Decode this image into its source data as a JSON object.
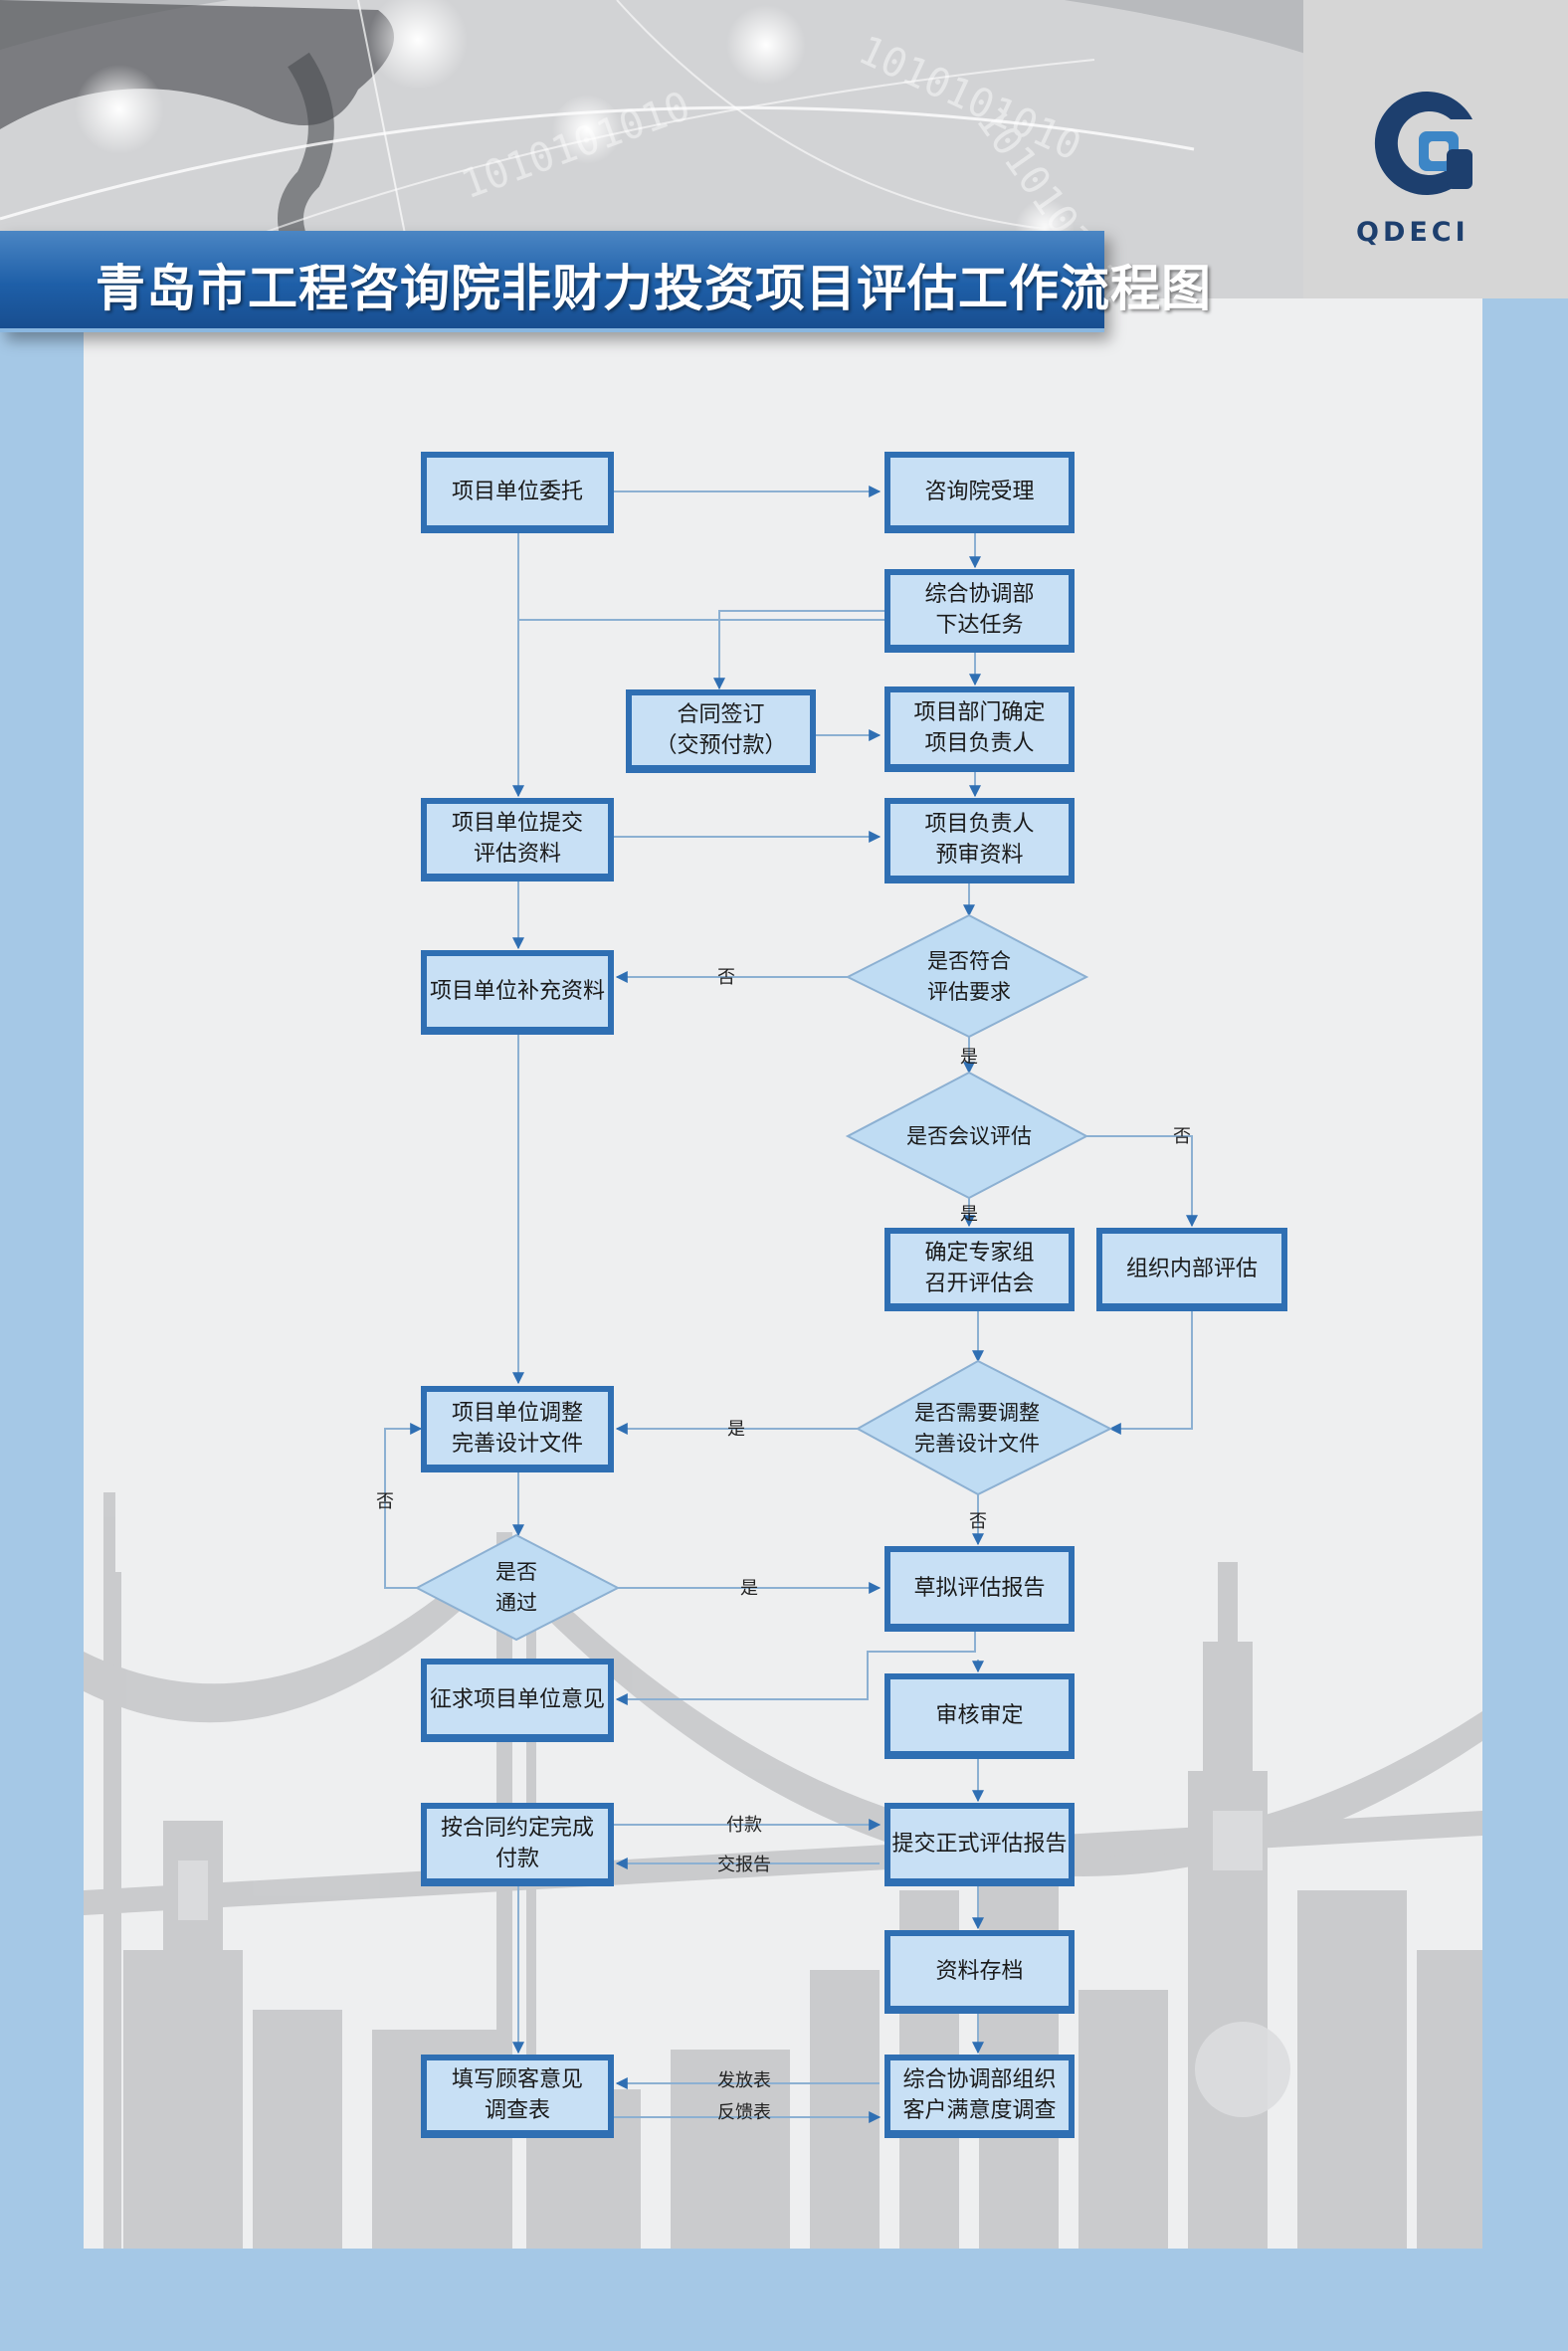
{
  "header": {
    "title": "青岛市工程咨询院非财力投资项目评估工作流程图",
    "logo_text": "QDECI",
    "banner_digits": "1010101010"
  },
  "colors": {
    "box_border": "#2f6fb3",
    "box_fill": "#c8e0f5",
    "diamond_fill": "#bfdcf3",
    "connector": "#8cb0d2",
    "title_bar": "#1e5fa8",
    "frame": "#a5c8e6",
    "paper": "#eeeff0"
  },
  "flow": {
    "box_entrust": "项目单位委托",
    "box_accept": "咨询院受理",
    "box_assign": "综合协调部\n下达任务",
    "box_contract": "合同签订\n（交预付款）",
    "box_dept_lead": "项目部门确定\n项目负责人",
    "box_submit_docs": "项目单位提交\n评估资料",
    "box_prereview": "项目负责人\n预审资料",
    "box_supplement": "项目单位补充资料",
    "dia_requirement": "是否符合\n评估要求",
    "dia_meeting": "是否会议评估",
    "box_expert": "确定专家组\n召开评估会",
    "box_internal": "组织内部评估",
    "dia_adjust": "是否需要调整\n完善设计文件",
    "box_adjust": "项目单位调整\n完善设计文件",
    "dia_pass": "是否\n通过",
    "box_draft": "草拟评估报告",
    "box_opinion": "征求项目单位意见",
    "box_review": "审核审定",
    "box_pay": "按合同约定完成\n付款",
    "box_formal": "提交正式评估报告",
    "box_archive": "资料存档",
    "box_survey_fill": "填写顾客意见\n调查表",
    "box_survey_org": "综合协调部组织\n客户满意度调查"
  },
  "labels": {
    "no_requirement": "否",
    "yes_requirement": "是",
    "no_meeting": "否",
    "yes_meeting": "是",
    "yes_adjust": "是",
    "no_adjust": "否",
    "no_pass": "否",
    "yes_pass": "是",
    "payment": "付款",
    "report_delivery": "交报告",
    "send_form": "发放表",
    "feedback_form": "反馈表"
  }
}
